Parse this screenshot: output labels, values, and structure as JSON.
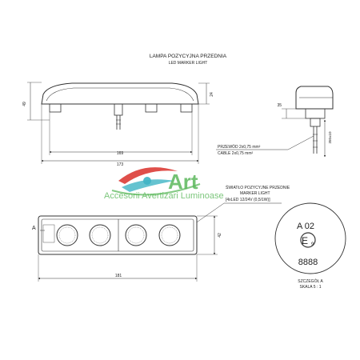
{
  "title": {
    "line1": "LAMPA POZYCYJNA PRZEDNIA",
    "line2": "LED MARKER LIGHT"
  },
  "dimensions": {
    "height_left": "49",
    "height_right": "24",
    "inner_width": "169",
    "overall_width": "173",
    "side_depth": "35",
    "side_cable": "350±10",
    "front_width": "181",
    "front_height": "42"
  },
  "cable_note": {
    "line1": "PRZEWÓD 2x0,75 mm²",
    "line2": "CABLE 2x0,75 mm²"
  },
  "light_note": {
    "line1": "ŚWIATŁO POZYCYJNE PRZEDNIE",
    "line2": "MARKER LIGHT",
    "line3": "[4xLED 12/24V (0,5/1W)]"
  },
  "detail": {
    "ref_letter": "A",
    "code": "A 02",
    "mark": "E",
    "mark_sub": "9",
    "number": "8888",
    "caption_line1": "SZCZEGÓŁ A",
    "caption_line2": "SKALA 5 : 1"
  },
  "watermark": {
    "brand": "Art",
    "tagline": "Accesorii Avertizari Luminoase"
  },
  "colors": {
    "line": "#333333",
    "brand_red": "#d9302a",
    "brand_teal": "#3fb4c4",
    "brand_green": "#5cb85c"
  }
}
